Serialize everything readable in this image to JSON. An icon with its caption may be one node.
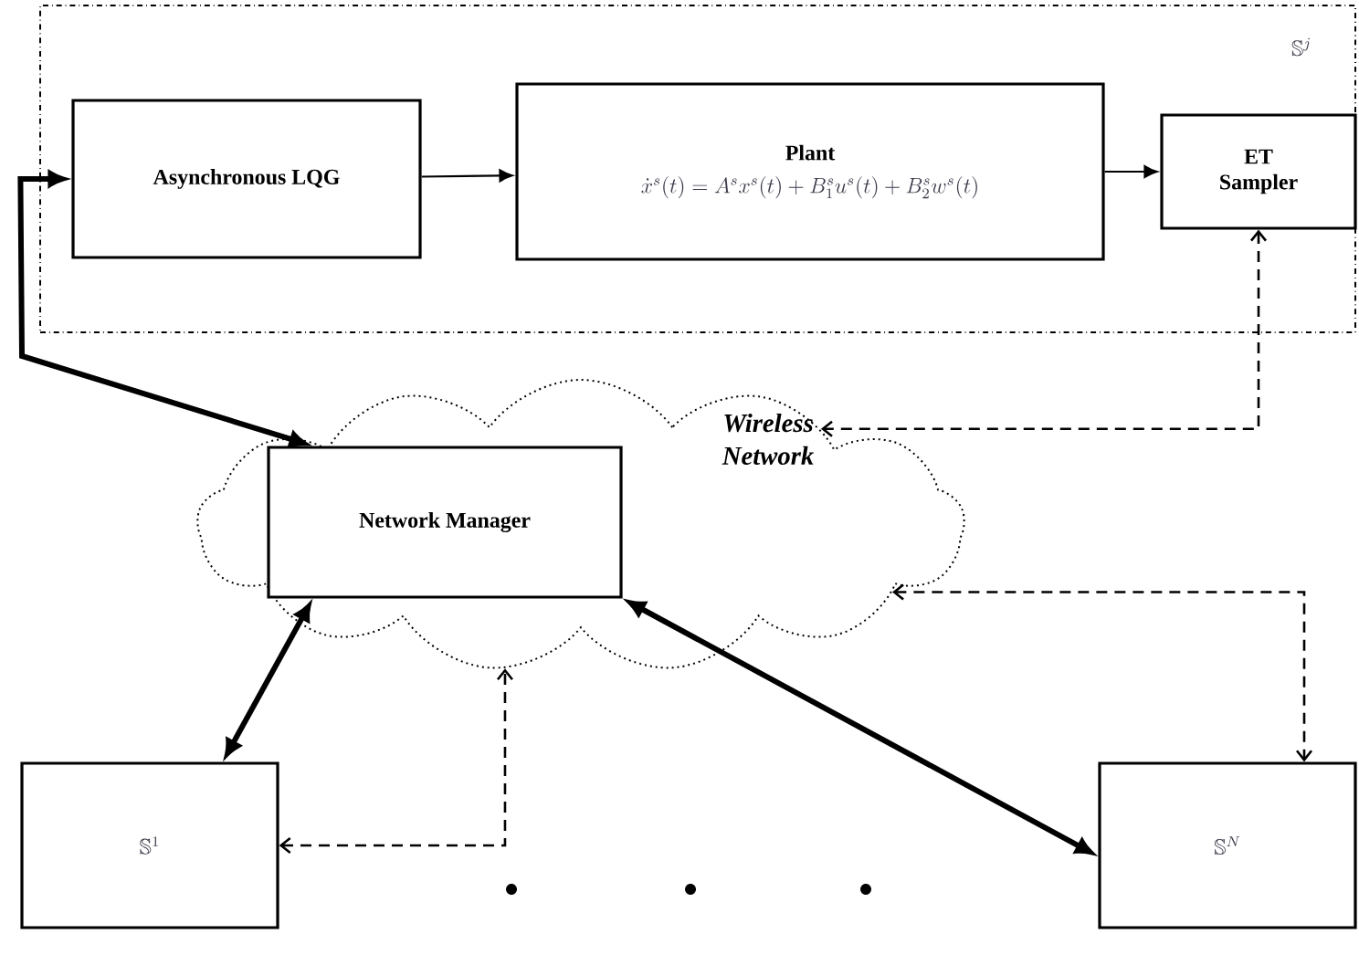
{
  "diagram": {
    "nodes": [
      {
        "text": [
          "\\mathbb{S}^j"
        ]
      },
      {
        "text": [
          "Asynchronous LQG"
        ],
        "in": 0
      },
      {
        "text": [
          "Plant",
          "\\dot{x}^s(t)=A^s x^s(t)+B_1^s u^s(t)+B_2^s w^s(t)"
        ],
        "in": 0
      },
      {
        "text": [
          "ET Sampler"
        ],
        "in": 0
      },
      {
        "text": [
          "Wireless Network"
        ]
      },
      {
        "text": [
          "Network Manager"
        ],
        "in": 4
      },
      {
        "text": [
          "\\mathbb{S}^1"
        ]
      },
      {
        "text": [
          "\\mathbb{S}^N"
        ]
      }
    ],
    "edges": [
      {
        "from": 1,
        "to": 2,
        "arrow": "to"
      },
      {
        "from": 2,
        "to": 3,
        "arrow": "to"
      },
      {
        "from": 1,
        "to": 5,
        "arrow": "both",
        "style": "thick"
      },
      {
        "from": 3,
        "to": 4,
        "arrow": "both",
        "style": "dashed"
      },
      {
        "from": 5,
        "to": 6,
        "arrow": "both",
        "style": "thick"
      },
      {
        "from": 5,
        "to": 7,
        "arrow": "both",
        "style": "thick"
      },
      {
        "from": 4,
        "to": 7,
        "arrow": "both",
        "style": "dashed"
      },
      {
        "from": 6,
        "to": 4,
        "arrow": "both",
        "style": "dashed"
      }
    ]
  }
}
